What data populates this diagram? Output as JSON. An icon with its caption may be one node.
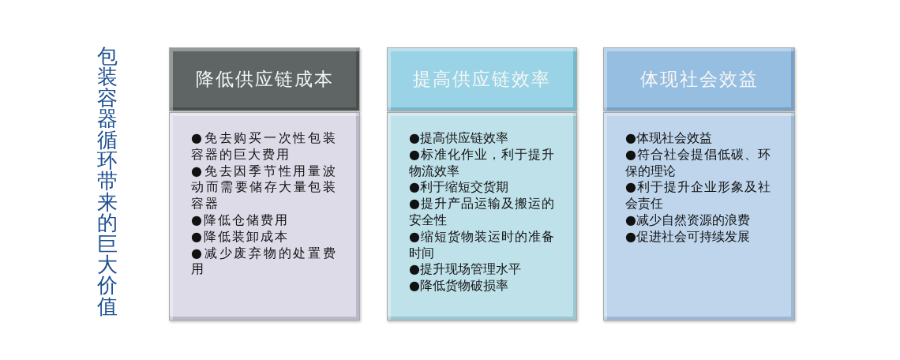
{
  "diagram": {
    "title": "包装容器循环带来的巨大价值",
    "nodes": [
      {
        "text": [
          "降低供应链成本"
        ]
      },
      {
        "text": [
          "●免去购买一次性包装容器的巨大费用",
          "●免去因季节性用量波动而需要储存大量包装容器",
          "●降低仓储费用",
          "●降低装卸成本",
          "●减少废弃物的处置费用"
        ]
      },
      {
        "text": [
          "提高供应链效率"
        ]
      },
      {
        "text": [
          "●提高供应链效率",
          "●标准化作业，利于提升物流效率",
          "●利于缩短交货期",
          "●提升产品运输及搬运的安全性",
          "●缩短货物装运时的准备时间",
          "●提升现场管理水平",
          "●降低货物破损率"
        ]
      },
      {
        "text": [
          "体现社会效益"
        ]
      },
      {
        "text": [
          "●体现社会效益",
          "●符合社会提倡低碳、环保的理论",
          "●利于提升企业形象及社会责任",
          "●减少自然资源的浪费",
          "●促进社会可持续发展"
        ]
      }
    ]
  }
}
